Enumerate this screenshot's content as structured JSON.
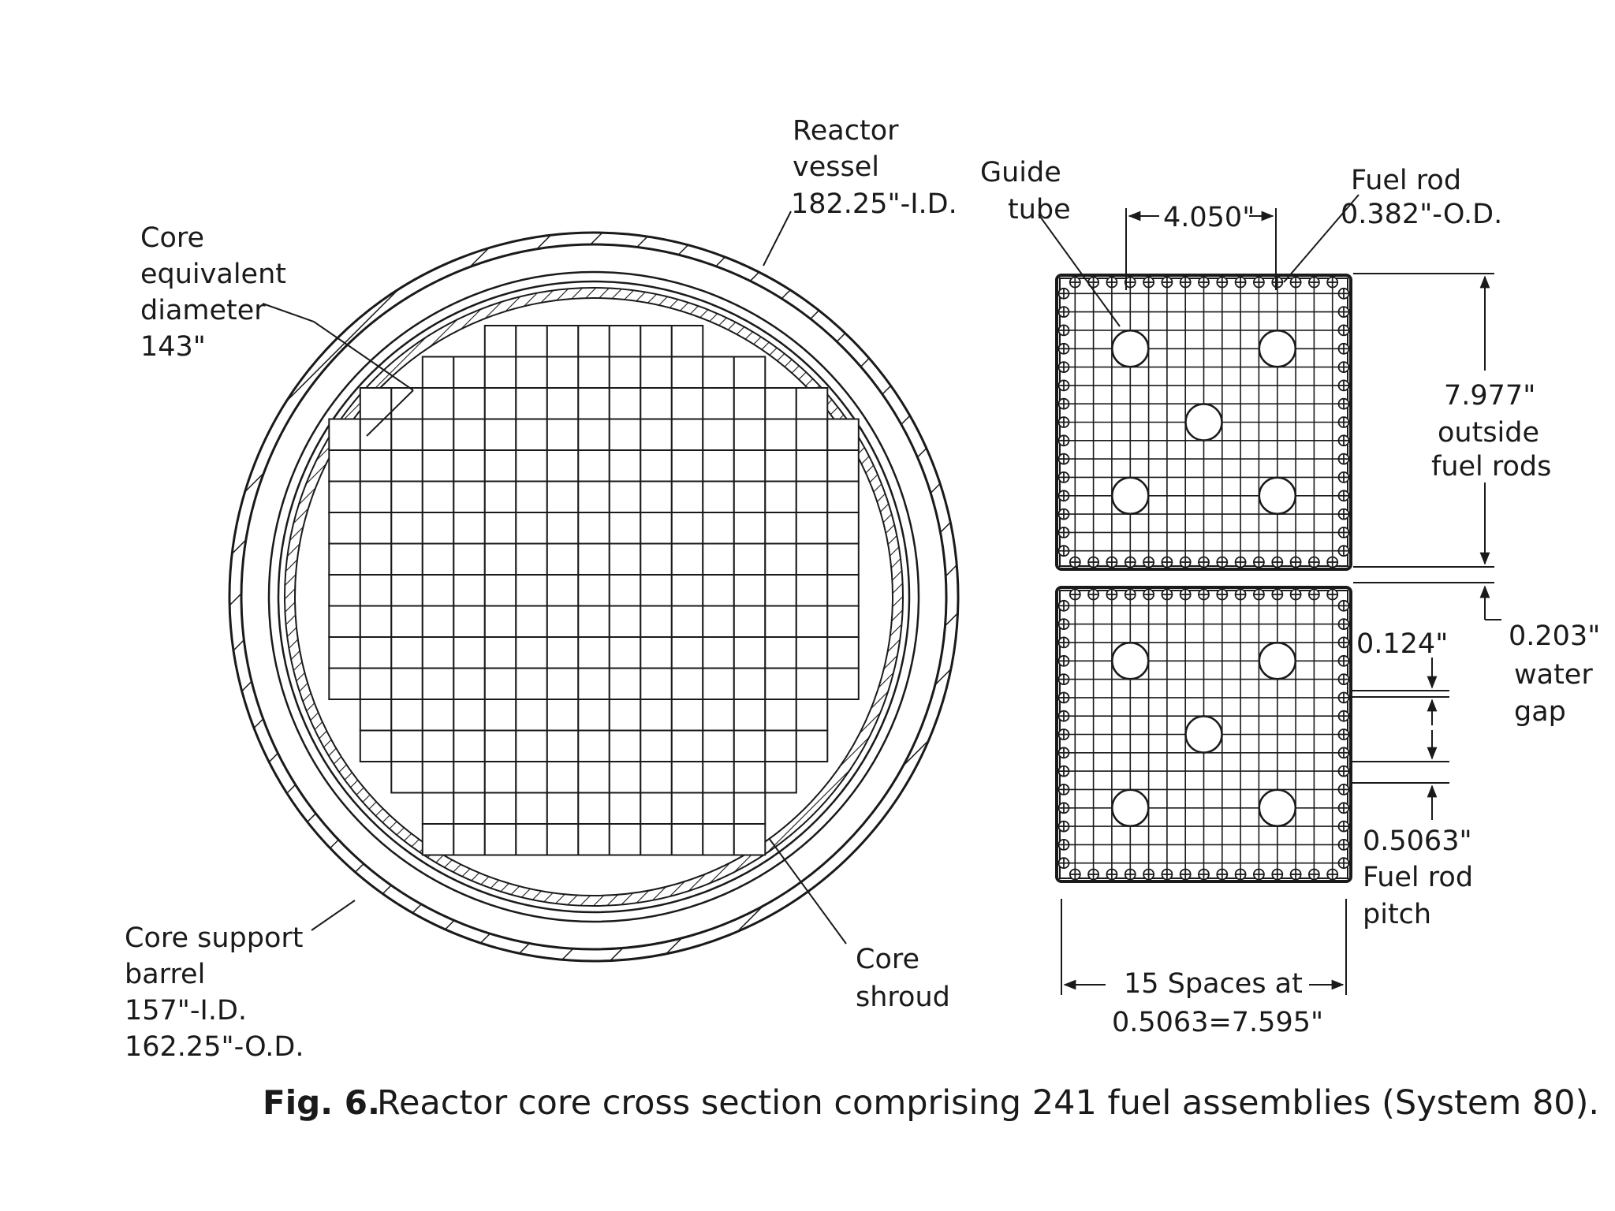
{
  "labels": {
    "reactor_vessel": [
      "Reactor",
      "vessel",
      "182.25\"-I.D."
    ],
    "core_equivalent_diameter": [
      "Core",
      "equivalent",
      "diameter",
      "143\""
    ],
    "core_support_barrel": [
      "Core  support",
      "barrel",
      "157\"-I.D.",
      "162.25\"-O.D."
    ],
    "core_shroud": [
      "Core",
      "shroud"
    ],
    "guide_tube": [
      "Guide",
      "tube"
    ],
    "fuel_rod": [
      "Fuel  rod",
      "0.382\"-O.D."
    ],
    "guide_tube_spacing": "4.050\"",
    "outside_fuel_rods": [
      "7.977\"",
      "outside",
      "fuel  rods"
    ],
    "water_gap": [
      "0.203\"",
      "water",
      "gap"
    ],
    "rod_gap": "0.124\"",
    "fuel_rod_pitch": [
      "0.5063\"",
      "Fuel  rod",
      "pitch"
    ],
    "spaces": [
      "15  Spaces  at",
      "0.5063=7.595\""
    ]
  },
  "caption": {
    "label": "Fig. 6.",
    "text": "Reactor core cross section comprising 241 fuel assemblies (System 80)."
  },
  "core": {
    "assembly_count": 241,
    "row_counts": [
      7,
      11,
      15,
      17,
      17,
      17,
      17,
      17,
      17,
      17,
      17,
      17,
      15,
      15,
      13,
      11,
      11
    ]
  },
  "assembly": {
    "rods_per_side": 16,
    "guide_tube_count": 5
  },
  "colors": {
    "ink": "#1a1a1a",
    "paper": "#ffffff"
  }
}
